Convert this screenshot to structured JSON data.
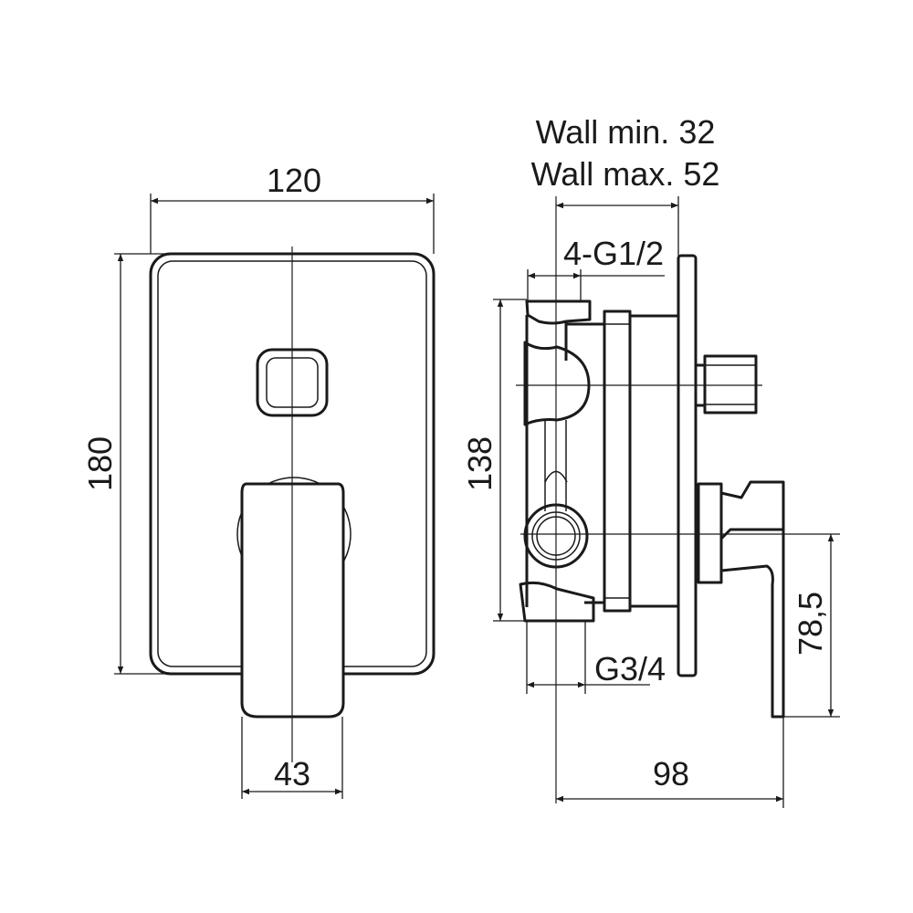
{
  "front_view": {
    "width_dim": "120",
    "height_dim": "180",
    "handle_width_dim": "43"
  },
  "side_view": {
    "wall_min": "Wall min. 32",
    "wall_max": "Wall max. 52",
    "inlet_thread": "4-G1/2",
    "body_height_dim": "138",
    "outlet_thread": "G3/4",
    "depth_dim": "98",
    "lever_height_dim": "78,5"
  },
  "colors": {
    "line": "#1a1a1a",
    "background": "#ffffff"
  }
}
